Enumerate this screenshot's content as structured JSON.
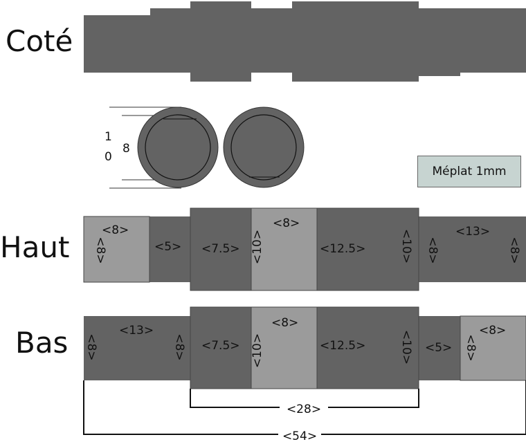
{
  "labels": {
    "cote": "Coté",
    "haut": "Haut",
    "bas": "Bas"
  },
  "legend": {
    "meplat": "Méplat 1mm"
  },
  "profile": {
    "outer_diameter": [
      "1",
      "0"
    ],
    "inner_diameter": "8"
  },
  "haut_dims": {
    "a": "<8>",
    "b": "<8>",
    "c": "<5>",
    "d": "<7.5>",
    "e": "<10>",
    "f": "<8>",
    "g": "<12.5>",
    "h": "<10>",
    "i": "<8>",
    "j": "<13>",
    "k": "<8>"
  },
  "bas_dims": {
    "a": "<8>",
    "b": "<13>",
    "c": "<8>",
    "d": "<7.5>",
    "e": "<10>",
    "f": "<8>",
    "g": "<12.5>",
    "h": "<10>",
    "i": "<5>",
    "j": "<8>",
    "k": "<8>"
  },
  "totals": {
    "inner": "<28>",
    "overall": "<54>"
  },
  "colors": {
    "dark": "#636363",
    "light": "#9b9b9b",
    "legend": "#c7d4d1",
    "stroke": "#444444"
  }
}
